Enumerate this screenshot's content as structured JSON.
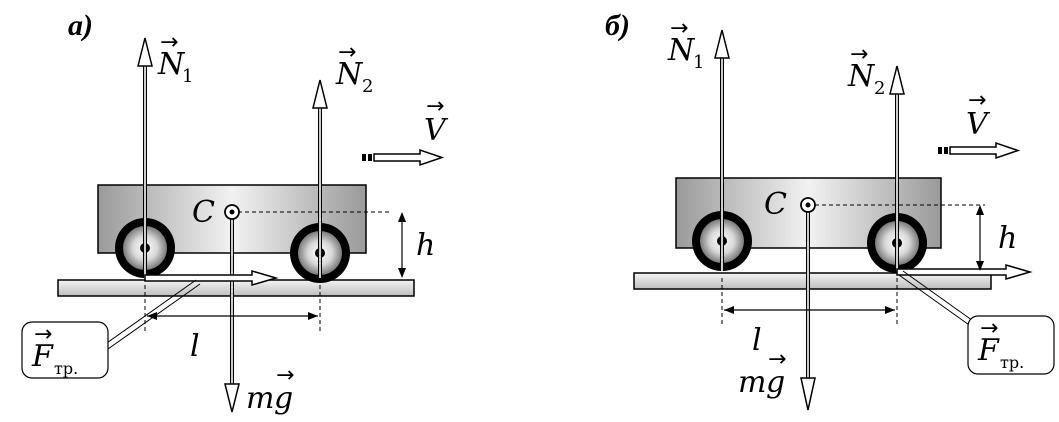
{
  "panel_a": {
    "label": "а)",
    "N1": "N",
    "N1_sub": "1",
    "N2": "N",
    "N2_sub": "2",
    "V": "V",
    "C": "C",
    "h": "h",
    "l": "l",
    "mg_m": "m",
    "mg_g": "g",
    "F": "F",
    "F_sub": "тр."
  },
  "panel_b": {
    "label": "б)",
    "N1": "N",
    "N1_sub": "1",
    "N2": "N",
    "N2_sub": "2",
    "V": "V",
    "C": "C",
    "h": "h",
    "l": "l",
    "mg_m": "m",
    "mg_g": "g",
    "F": "F",
    "F_sub": "тр."
  },
  "vector_arrow": "→"
}
